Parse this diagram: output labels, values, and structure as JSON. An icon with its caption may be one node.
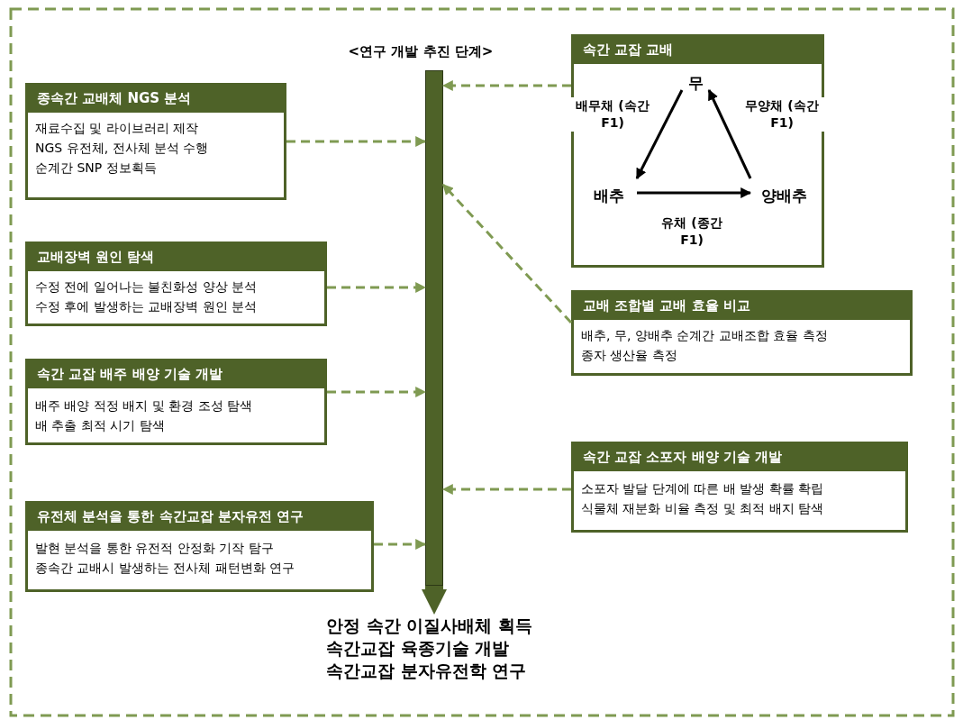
{
  "diagram": {
    "title": "<연구 개발 추진 단계>",
    "nodes": [
      {
        "text": [
          "종속간 교배체 NGS 분석",
          "재료수집 및 라이브러리 제작",
          "NGS 유전체, 전사체 분석 수행",
          "순계간 SNP 정보획득"
        ]
      },
      {
        "text": [
          "교배장벽 원인 탐색",
          "수정 전에 일어나는 불친화성 양상 분석",
          "수정 후에 발생하는 교배장벽 원인 분석"
        ]
      },
      {
        "text": [
          "속간 교잡 배주 배양 기술 개발",
          "배주 배양 적정 배지 및 환경 조성 탐색",
          "배 추출 최적 시기 탐색"
        ]
      },
      {
        "text": [
          "유전체 분석을 통한 속간교잡 분자유전 연구",
          "발현 분석을 통한 유전적 안정화 기작 탐구",
          "종속간 교배시 발생하는 전사체 패턴변화 연구"
        ]
      },
      {
        "text": [
          "속간 교잡 교배"
        ]
      },
      {
        "text": [
          "무"
        ],
        "in": 4
      },
      {
        "text": [
          "배추"
        ],
        "in": 4
      },
      {
        "text": [
          "양배추"
        ],
        "in": 4
      },
      {
        "text": [
          "교배 조합별 교배 효율 비교",
          "배추, 무, 양배추 순계간 교배조합 효율 측정",
          "종자 생산율 측정"
        ]
      },
      {
        "text": [
          "속간 교잡 소포자 배양 기술 개발",
          "소포자 발달 단계에 따른 배 발생 확률 확립",
          "식물체 재분화 비율 측정 및 최적 배지 탐색"
        ]
      },
      {
        "text": [],
        "shape": "bar"
      },
      {
        "text": [
          "안정 속간 이질사배체 획득",
          "속간교잡 육종기술 개발",
          "속간교잡 분자유전학 연구"
        ]
      }
    ],
    "edges": [
      {
        "from": 0,
        "to": 10,
        "arrow": "to",
        "style": "dashed"
      },
      {
        "from": 1,
        "to": 10,
        "arrow": "to",
        "style": "dashed"
      },
      {
        "from": 2,
        "to": 10,
        "arrow": "to",
        "style": "dashed"
      },
      {
        "from": 3,
        "to": 10,
        "arrow": "to",
        "style": "dashed"
      },
      {
        "from": 4,
        "to": 10,
        "arrow": "to",
        "style": "dashed"
      },
      {
        "from": 8,
        "to": 10,
        "arrow": "to",
        "style": "dashed"
      },
      {
        "from": 9,
        "to": 10,
        "arrow": "to",
        "style": "dashed"
      },
      {
        "from": 5,
        "to": 6,
        "arrow": "to",
        "label": "배무채 (속간 F1)",
        "color": "#000000"
      },
      {
        "from": 6,
        "to": 7,
        "arrow": "to",
        "label": "유채 (종간 F1)",
        "color": "#000000"
      },
      {
        "from": 7,
        "to": 5,
        "arrow": "to",
        "label": "무양채 (속간 F1)",
        "color": "#000000"
      },
      {
        "from": 10,
        "to": 11,
        "arrow": "to",
        "style": "thick",
        "color": "#4e6228"
      }
    ]
  }
}
